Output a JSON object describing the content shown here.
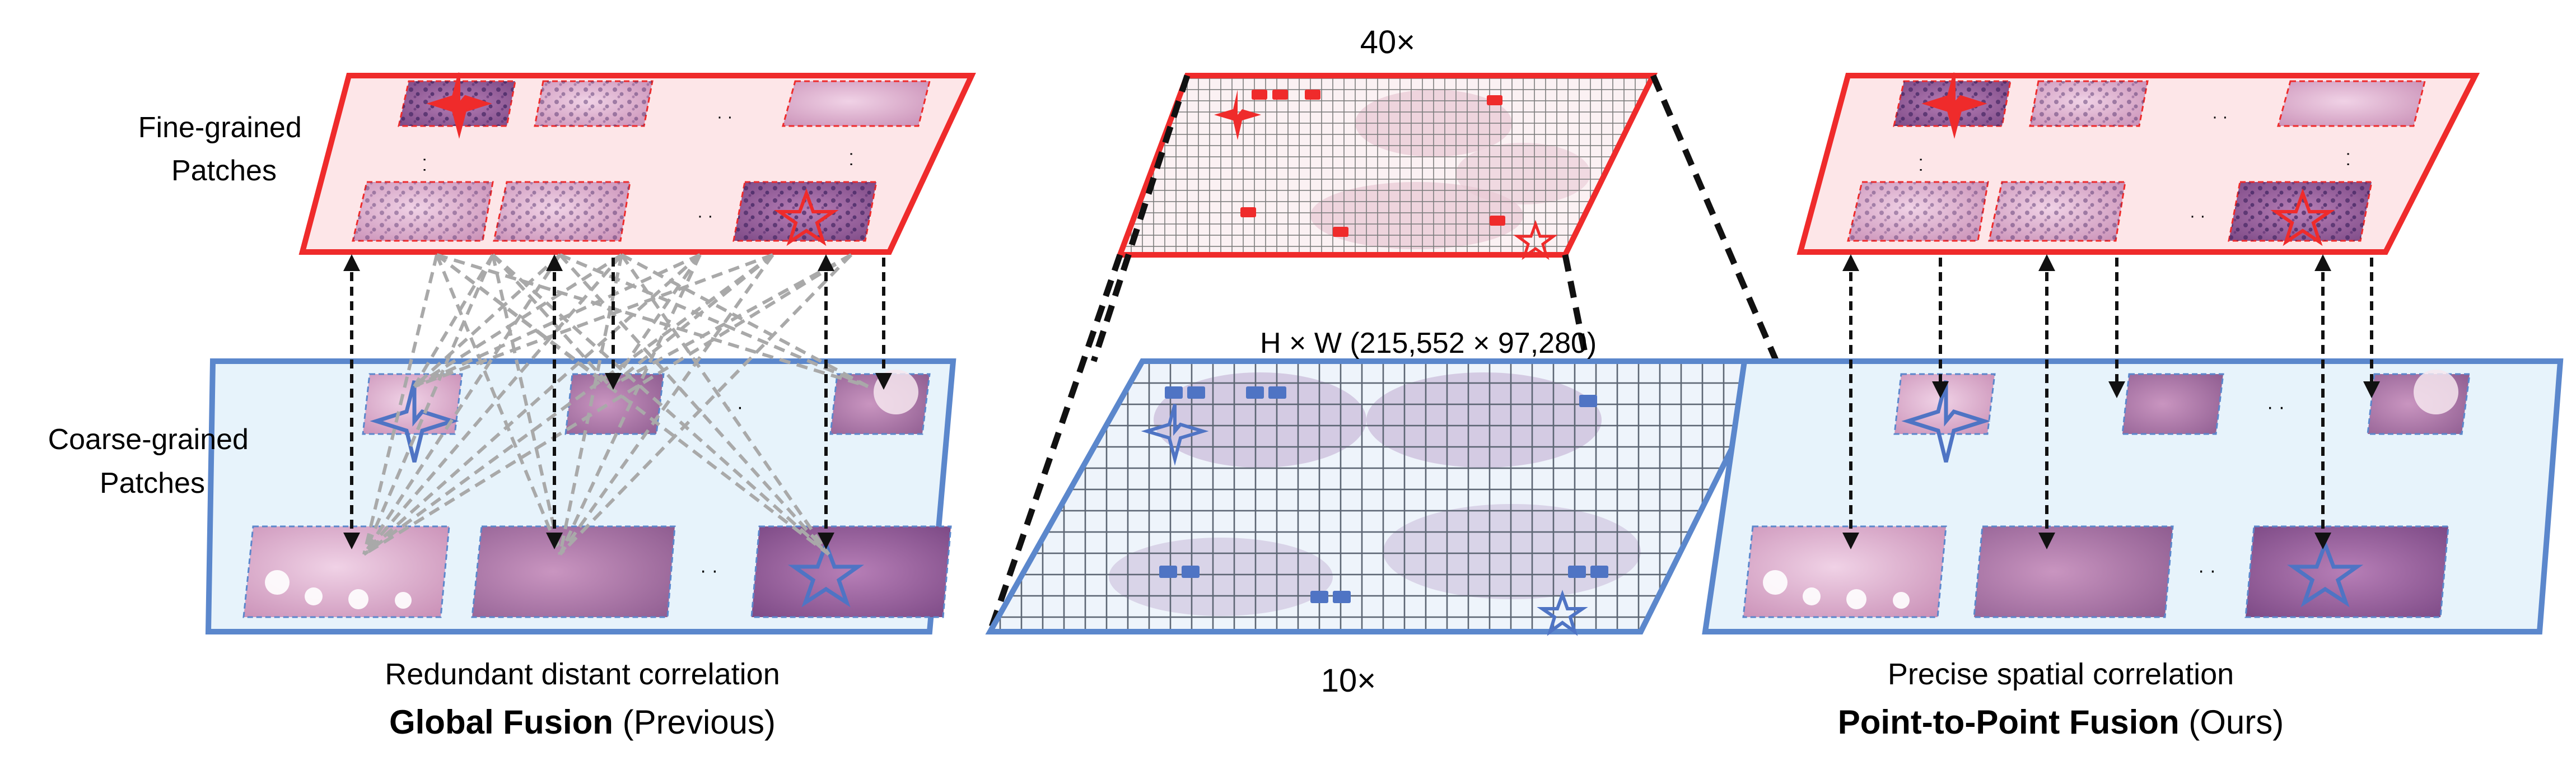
{
  "labels": {
    "fine_grained": [
      "Fine-grained",
      "Patches"
    ],
    "coarse_grained": [
      "Coarse-grained",
      "Patches"
    ],
    "mag_high": "40×",
    "mag_low": "10×",
    "dimension": "H × W (215,552 × 97,280)"
  },
  "captions": {
    "left_line1": "Redundant distant correlation",
    "left_bold": "Global Fusion",
    "left_rest": " (Previous)",
    "right_line1": "Precise spatial correlation",
    "right_bold": "Point-to-Point Fusion",
    "right_rest": " (Ours)"
  },
  "ellipsis": "· ·",
  "colors": {
    "fine_border": "#ef2b2b",
    "fine_fill": "#fde6e8",
    "coarse_border": "#5b87cc",
    "coarse_fill": "#e7f3fb",
    "tissue_dense": "#8a4f8f",
    "tissue_light": "#d9a3c6",
    "grid_line": "#8a8a8a",
    "gray_lines": "#a9a9a9",
    "arrows": "#111111"
  },
  "icons": [
    "star4-icon",
    "star5-icon",
    "patch-pair-icon"
  ]
}
